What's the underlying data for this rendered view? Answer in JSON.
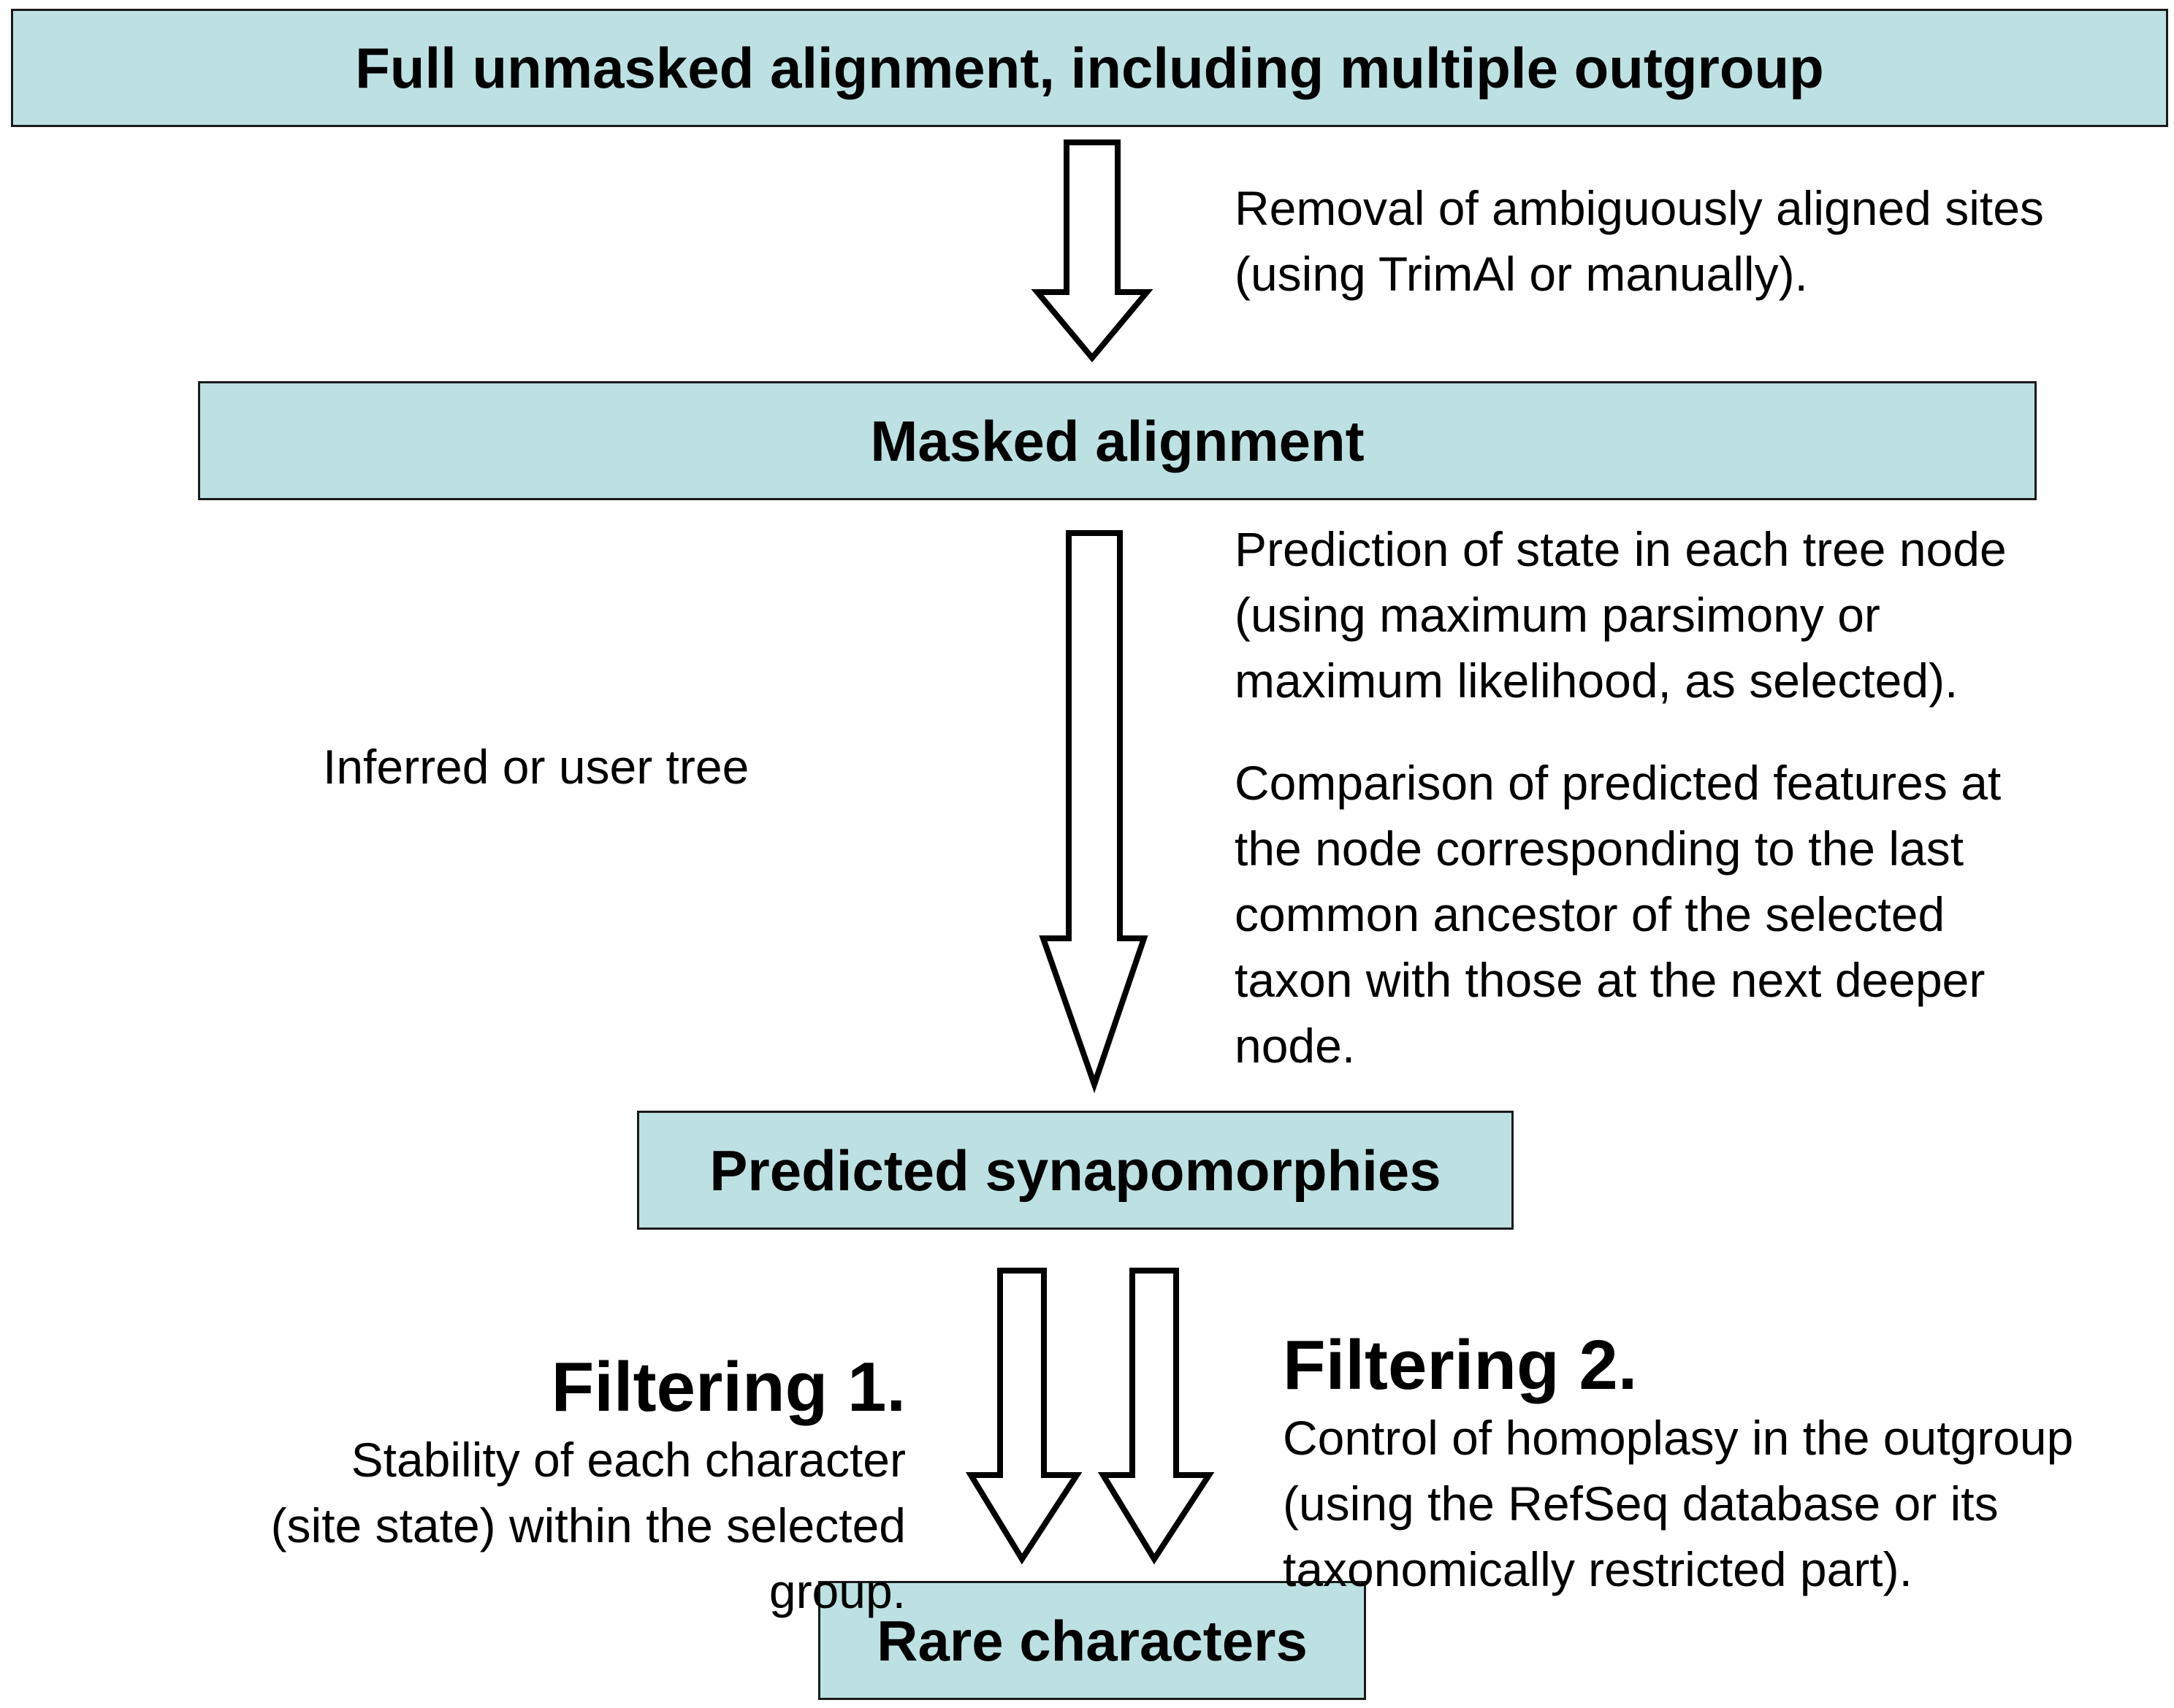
{
  "boxes": {
    "full_alignment": "Full unmasked alignment, including multiple outgroup",
    "masked_alignment": "Masked alignment",
    "predicted_synapomorphies": "Predicted synapomorphies",
    "rare_characters": "Rare characters"
  },
  "notes": {
    "removal": "Removal of ambiguously aligned sites\n(using TrimAl or manually).",
    "prediction": "Prediction of state in each tree node\n(using maximum parsimony or\nmaximum likelihood, as selected).",
    "comparison": "Comparison of predicted features at\nthe node corresponding to the last\ncommon ancestor of the selected\ntaxon with those at the next deeper\nnode.",
    "tree": "Inferred or user tree"
  },
  "filters": {
    "filter1": {
      "heading": "Filtering 1.",
      "text": "Stability of each character (site state) within the selected group."
    },
    "filter2": {
      "heading": "Filtering 2.",
      "text": "Control of homoplasy in the outgroup (using the RefSeq database or its taxonomically restricted part)."
    }
  },
  "colors": {
    "box_fill": "#bde1e3",
    "box_border": "#1a1a1a",
    "arrow_stroke": "#000000",
    "arrow_fill": "#ffffff"
  }
}
